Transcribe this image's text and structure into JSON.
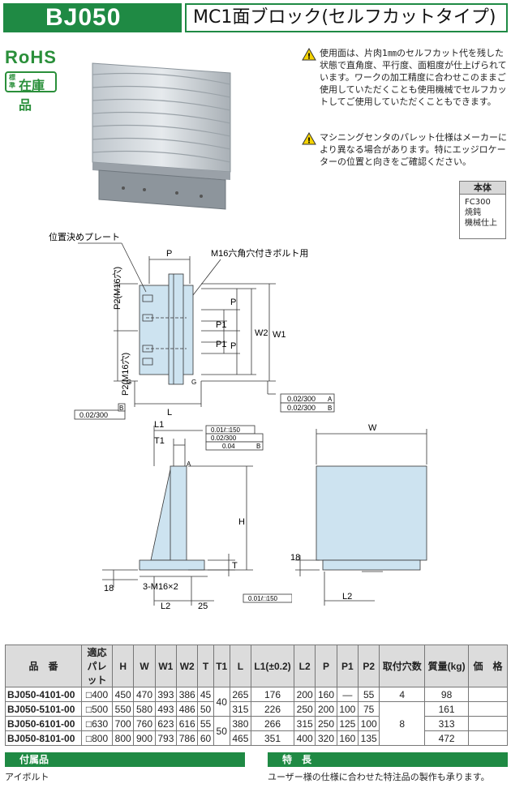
{
  "header": {
    "code": "BJ050",
    "title": "MC1面ブロック(セルフカットタイプ)"
  },
  "badges": {
    "rohs": "RoHS",
    "stock_small": "標準",
    "stock_big": "在庫品"
  },
  "notes": [
    "使用面は、片肉1㎜のセルフカット代を残した状態で直角度、平行度、面粗度が仕上げられています。ワークの加工精度に合わせこのままご使用していただくことも使用機械でセルフカットしてご使用していただくこともできます。",
    "マシニングセンタのパレット仕様はメーカーにより異なる場合があります。特にエッジロケーターの位置と向きをご確認ください。"
  ],
  "material": {
    "head": "本体",
    "lines": [
      "FC300",
      "焼鈍",
      "機械仕上"
    ]
  },
  "drawing": {
    "plate_label": "位置決めプレート",
    "bolt_label": "M16六角穴付きボルト用",
    "P": "P",
    "P1": "P1",
    "P2_upper": "P2(M16穴)",
    "P2_lower": "P2(M16穴)",
    "W1": "W1",
    "W2": "W2",
    "W": "W",
    "L": "L",
    "L1": "L1",
    "L2": "L2",
    "T1": "T1",
    "T": "T",
    "H": "H",
    "d18a": "18",
    "d18b": "18",
    "d25": "25",
    "m16x2": "3-M16×2",
    "A": "A",
    "B": "B",
    "tol_parallel_left": "0.02/300",
    "tol_right_1": "0.02/300",
    "tol_right_2": "0.02/300",
    "tol_flat": "0.01/□150",
    "tol_perp": "0.02/300",
    "tol_par2": "0.04",
    "tol_flat2": "0.01/□150",
    "g_mark": "G"
  },
  "table": {
    "headers": [
      "品　番",
      "適応パレット",
      "H",
      "W",
      "W1",
      "W2",
      "T",
      "T1",
      "L",
      "L1(±0.2)",
      "L2",
      "P",
      "P1",
      "P2",
      "取付穴数",
      "質量(kg)",
      "価　格"
    ],
    "rows": [
      [
        "BJ050-4101-00",
        "□400",
        "450",
        "470",
        "393",
        "386",
        "45",
        "40",
        "265",
        "176",
        "200",
        "160",
        "―",
        "55",
        "4",
        "98",
        ""
      ],
      [
        "BJ050-5101-00",
        "□500",
        "550",
        "580",
        "493",
        "486",
        "50",
        "",
        "315",
        "226",
        "250",
        "200",
        "100",
        "75",
        "8",
        "161",
        ""
      ],
      [
        "BJ050-6101-00",
        "□630",
        "700",
        "760",
        "623",
        "616",
        "55",
        "50",
        "380",
        "266",
        "315",
        "250",
        "125",
        "100",
        "",
        "313",
        ""
      ],
      [
        "BJ050-8101-00",
        "□800",
        "800",
        "900",
        "793",
        "786",
        "60",
        "",
        "465",
        "351",
        "400",
        "320",
        "160",
        "135",
        "",
        "472",
        ""
      ]
    ]
  },
  "accessories": {
    "title": "付属品",
    "text": "アイボルト"
  },
  "features": {
    "title": "特　長",
    "text": "ユーザー様の仕様に合わせた特注品の製作も承ります。"
  }
}
